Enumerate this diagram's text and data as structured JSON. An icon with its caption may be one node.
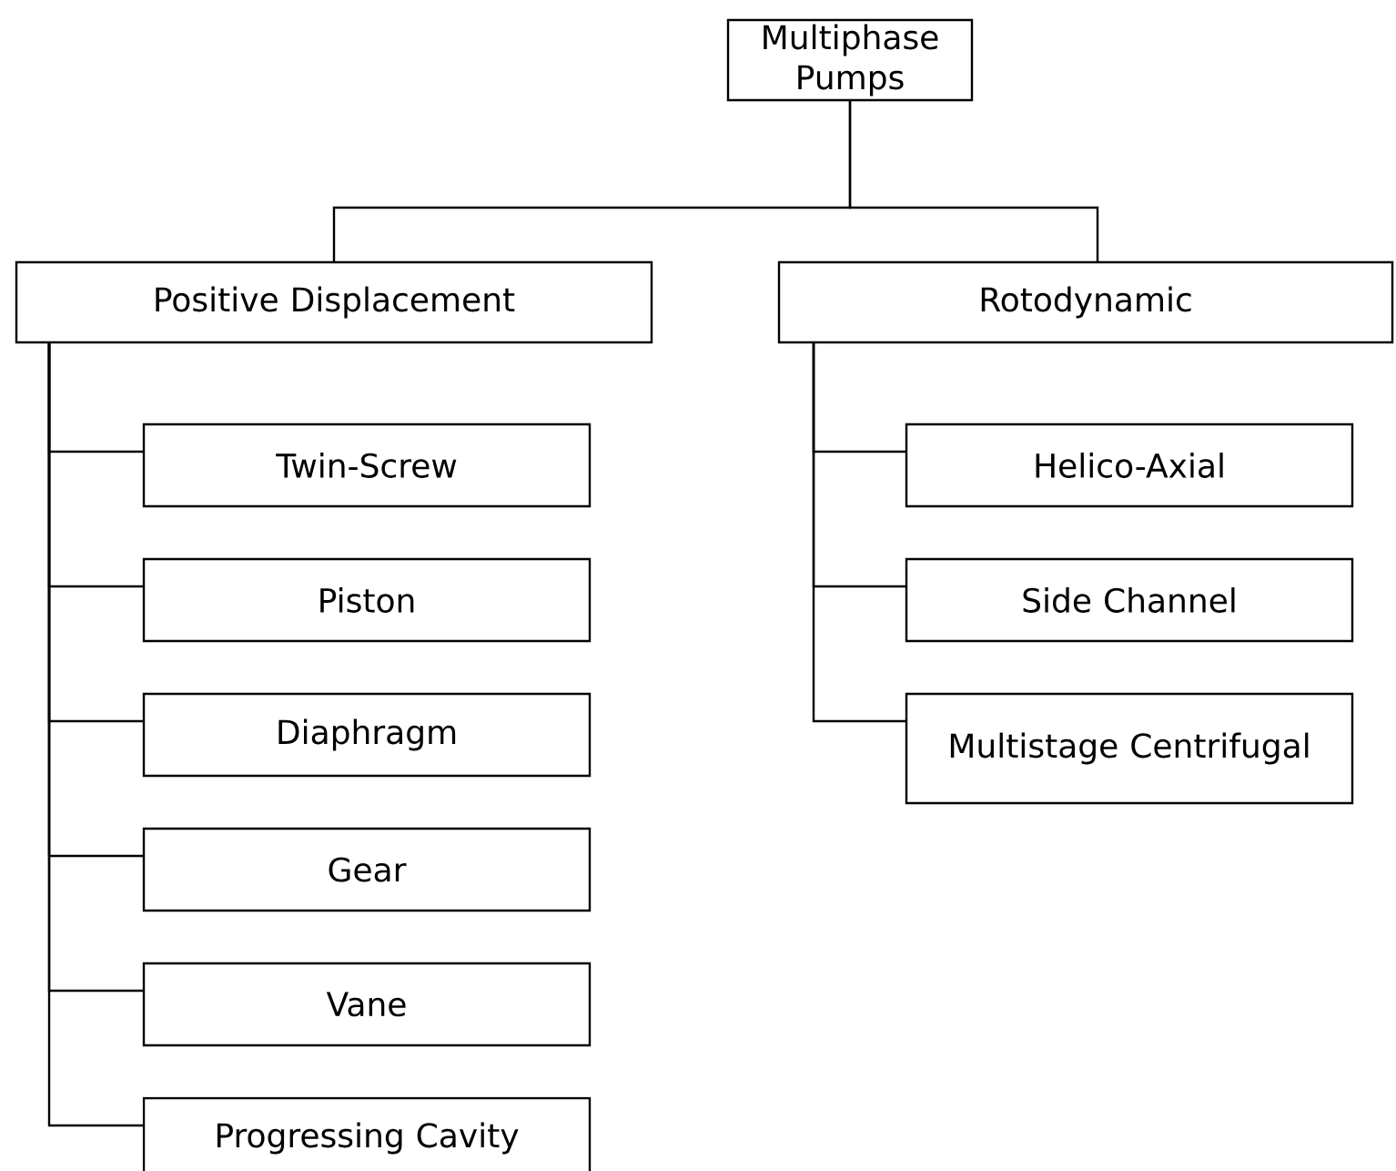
{
  "diagram": {
    "nodes": [
      {
        "text": [
          "Multiphase Pumps"
        ]
      },
      {
        "text": [
          "Positive Displacement"
        ]
      },
      {
        "text": [
          "Rotodynamic"
        ]
      },
      {
        "text": [
          "Twin-Screw"
        ]
      },
      {
        "text": [
          "Piston"
        ]
      },
      {
        "text": [
          "Diaphragm"
        ]
      },
      {
        "text": [
          "Gear"
        ]
      },
      {
        "text": [
          "Vane"
        ]
      },
      {
        "text": [
          "Progressing Cavity"
        ]
      },
      {
        "text": [
          "Helico-Axial"
        ]
      },
      {
        "text": [
          "Side Channel"
        ]
      },
      {
        "text": [
          "Multistage Centrifugal"
        ]
      }
    ],
    "edges": [
      {
        "from": 0,
        "to": 1,
        "arrow": "none"
      },
      {
        "from": 0,
        "to": 2,
        "arrow": "none"
      },
      {
        "from": 1,
        "to": 3,
        "arrow": "none"
      },
      {
        "from": 1,
        "to": 4,
        "arrow": "none"
      },
      {
        "from": 1,
        "to": 5,
        "arrow": "none"
      },
      {
        "from": 1,
        "to": 6,
        "arrow": "none"
      },
      {
        "from": 1,
        "to": 7,
        "arrow": "none"
      },
      {
        "from": 1,
        "to": 8,
        "arrow": "none"
      },
      {
        "from": 2,
        "to": 9,
        "arrow": "none"
      },
      {
        "from": 2,
        "to": 10,
        "arrow": "none"
      },
      {
        "from": 2,
        "to": 11,
        "arrow": "none"
      }
    ]
  }
}
